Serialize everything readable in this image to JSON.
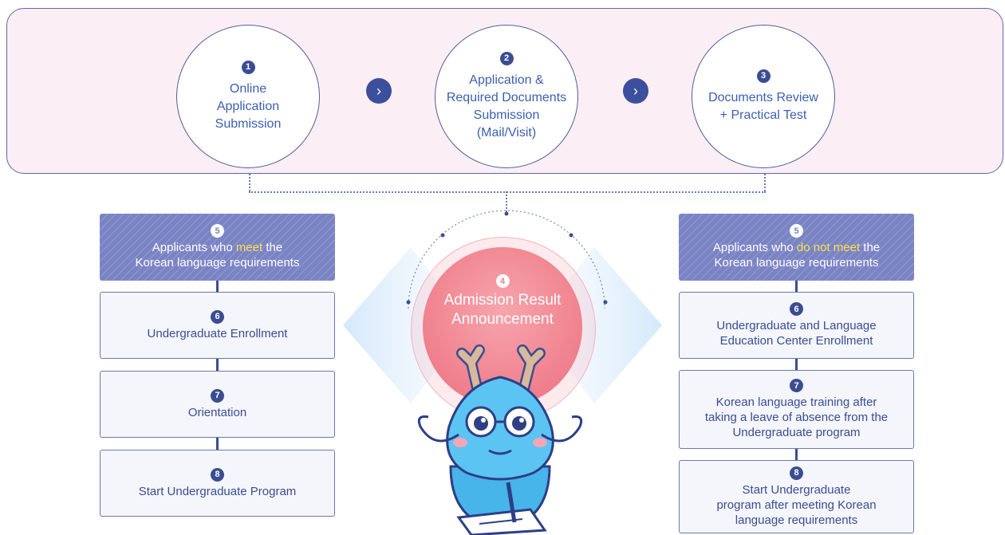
{
  "top_steps": [
    {
      "number": "1",
      "label_lines": [
        "Online",
        "Application",
        "Submission"
      ]
    },
    {
      "number": "2",
      "label_lines": [
        "Application &",
        "Required Documents",
        "Submission",
        "(Mail/Visit)"
      ]
    },
    {
      "number": "3",
      "label_lines": [
        "Documents Review",
        "+ Practical Test"
      ]
    }
  ],
  "center": {
    "number": "4",
    "label_lines": [
      "Admission Result",
      "Announcement"
    ]
  },
  "left": {
    "header": {
      "number": "5",
      "prefix": "Applicants who ",
      "highlight": "meet",
      "suffix": " the",
      "line2": "Korean language requirements"
    },
    "steps": [
      {
        "number": "6",
        "label_lines": [
          "Undergraduate Enrollment"
        ]
      },
      {
        "number": "7",
        "label_lines": [
          "Orientation"
        ]
      },
      {
        "number": "8",
        "label_lines": [
          "Start Undergraduate Program"
        ]
      }
    ]
  },
  "right": {
    "header": {
      "number": "5",
      "prefix": "Applicants who ",
      "highlight": "do not meet",
      "suffix": " the",
      "line2": "Korean language requirements"
    },
    "steps": [
      {
        "number": "6",
        "label_lines": [
          "Undergraduate and Language",
          "Education Center Enrollment"
        ]
      },
      {
        "number": "7",
        "label_lines": [
          "Korean language training after",
          "taking a leave of absence from the",
          "Undergraduate program"
        ]
      },
      {
        "number": "8",
        "label_lines": [
          "Start Undergraduate",
          "program after meeting Korean",
          "language requirements"
        ]
      }
    ]
  },
  "icons": {
    "arrow": "chevron-right-icon",
    "mascot": "dragon-mascot-illustration"
  },
  "colors": {
    "navy": "#3b4d92",
    "panel_pink": "#fbeef4",
    "header_purple": "#7a84c4",
    "result_pink": "#ef7f8c",
    "highlight_yellow": "#ffe14a"
  }
}
